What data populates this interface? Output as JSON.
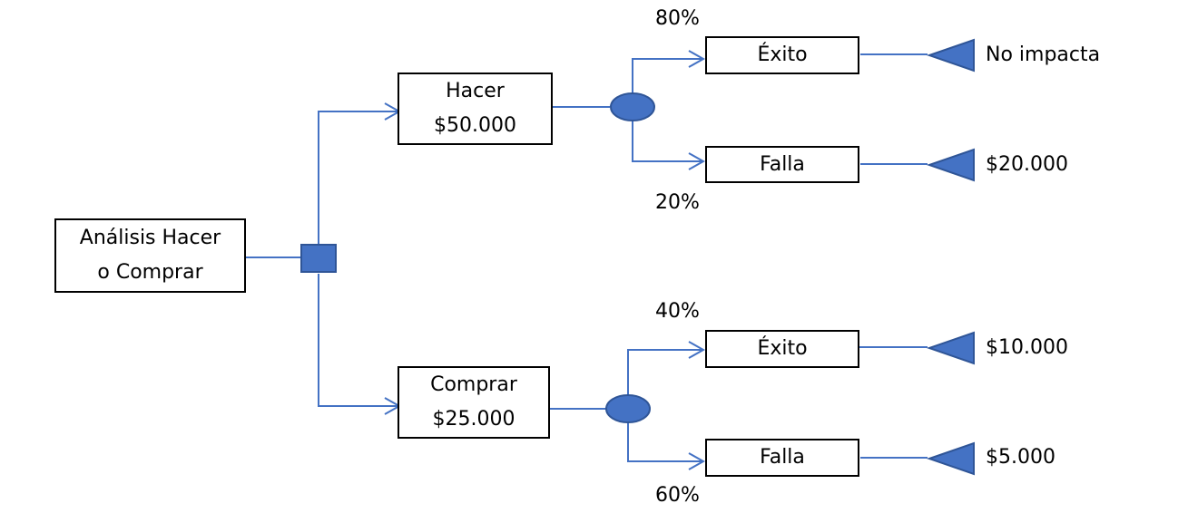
{
  "colors": {
    "line": "#4472C4",
    "node_fill": "#4472C4",
    "node_stroke": "#2F5597",
    "box_border": "#000000",
    "text": "#000000"
  },
  "root": {
    "line1": "Análisis Hacer",
    "line2": "o Comprar"
  },
  "decision_node": {
    "icon": "decision-square-icon"
  },
  "options": [
    {
      "line1": "Hacer",
      "line2": "$50.000",
      "chance_icon": "chance-circle-icon",
      "outcomes": [
        {
          "label": "Éxito",
          "probability": "80%",
          "result": "No impacta",
          "end_icon": "end-triangle-icon"
        },
        {
          "label": "Falla",
          "probability": "20%",
          "result": "$20.000",
          "end_icon": "end-triangle-icon"
        }
      ]
    },
    {
      "line1": "Comprar",
      "line2": "$25.000",
      "chance_icon": "chance-circle-icon",
      "outcomes": [
        {
          "label": "Éxito",
          "probability": "40%",
          "result": "$10.000",
          "end_icon": "end-triangle-icon"
        },
        {
          "label": "Falla",
          "probability": "60%",
          "result": "$5.000",
          "end_icon": "end-triangle-icon"
        }
      ]
    }
  ]
}
